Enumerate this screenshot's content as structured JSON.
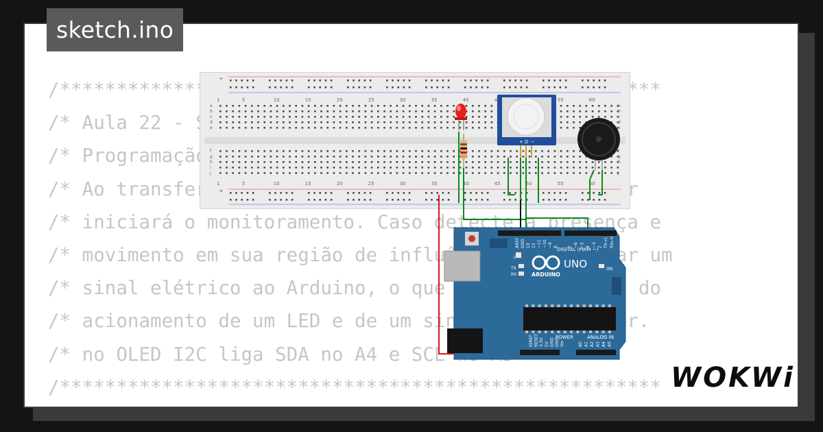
{
  "title": "sketch.ino",
  "code_lines": [
    "/*****************************************************",
    "/* Aula 22 - Sensor de Presença Arduino - DESAFIO",
    "/* Programação do Sensor de Presença.",
    "/* Ao transferir o programa para o Arduino, o sensor",
    "/* iniciará o monitoramento. Caso detecte a presença e",
    "/* movimento em sua região de influência, irá enviar um",
    "/* sinal elétrico ao Arduino, o que é feito através do",
    "/* acionamento de um LED e de um sinal sonoro Buzzer.",
    "/* no OLED I2C liga SDA no A4 e SCL no A5",
    "/*****************************************************"
  ],
  "brand": "WOKWi",
  "board": {
    "name": "ARDUINO",
    "model": "UNO",
    "digital_label": "DIGITAL (PWM ~)",
    "analog_label": "ANALOG IN",
    "power_label": "POWER",
    "on_label": "ON",
    "tx_label": "TX",
    "rx_label": "RX",
    "l_label": "L",
    "aref_label": "AREF",
    "gnd_label": "GND",
    "digital_pins": [
      "13",
      "12",
      "~11",
      "~10",
      "~9",
      "8",
      "7",
      "~6",
      "~5",
      "4",
      "~3",
      "2",
      "TX→1",
      "RX←0"
    ],
    "power_pins": [
      "IOREF",
      "RESET",
      "3.3V",
      "5V",
      "GND",
      "GND",
      "Vin"
    ],
    "analog_pins": [
      "A0",
      "A1",
      "A2",
      "A3",
      "A4",
      "A5"
    ]
  },
  "breadboard": {
    "col_numbers": [
      "1",
      "5",
      "10",
      "15",
      "20",
      "25",
      "30",
      "35",
      "40",
      "45",
      "50",
      "55",
      "60"
    ],
    "row_letters_top": [
      "a",
      "b",
      "c",
      "d",
      "e"
    ],
    "row_letters_bottom": [
      "f",
      "g",
      "h",
      "i",
      "j"
    ]
  },
  "pir": {
    "pin_labels": [
      "+",
      "D",
      "−"
    ]
  },
  "colors": {
    "background": "#141414",
    "card": "#ffffff",
    "code_text": "#c6c6c6",
    "title_bg": "#5a5a5a",
    "board_blue": "#2c6a9a",
    "wire_green": "#0a8a1a",
    "wire_red": "#d41818",
    "wire_black": "#111111",
    "led_red": "#e8201c"
  }
}
